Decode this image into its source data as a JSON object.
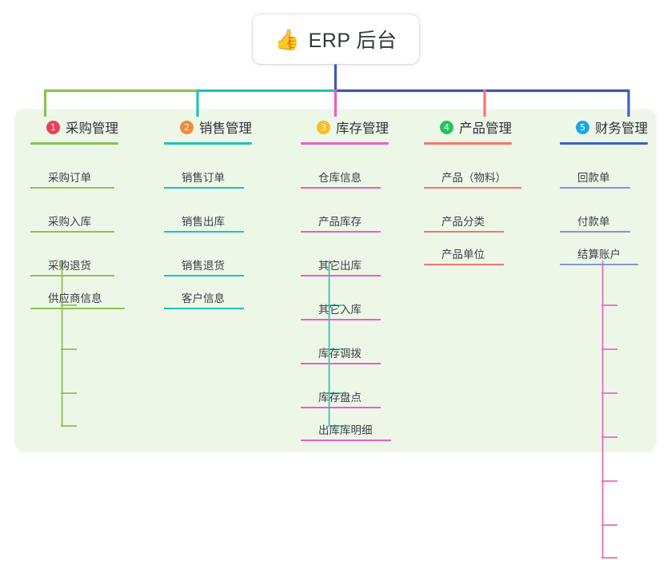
{
  "root": {
    "icon": "thumbs-up-emoji",
    "emoji": "👍",
    "title": "ERP 后台"
  },
  "theme": {
    "panel_bg": "#edf7e8",
    "page_bg": "#ffffff",
    "stem_color": "#4355b5",
    "text_color": "#3b3f46"
  },
  "columns": [
    {
      "index": "1",
      "label": "采购管理",
      "badge_color": "#ef3d5a",
      "rule_color": "#8cc152",
      "line_color": "#8cc152",
      "items": [
        "采购订单",
        "采购入库",
        "采购退货",
        "供应商信息"
      ]
    },
    {
      "index": "2",
      "label": "销售管理",
      "badge_color": "#f5883c",
      "rule_color": "#1ec4b0",
      "line_color": "#35c7b8",
      "items": [
        "销售订单",
        "销售出库",
        "销售退货",
        "客户信息"
      ]
    },
    {
      "index": "3",
      "label": "库存管理",
      "badge_color": "#fcbd1e",
      "rule_color": "#ea5fc0",
      "line_color": "#e86bbd",
      "items": [
        "仓库信息",
        "产品库存",
        "其它出库",
        "其它入库",
        "库存调拨",
        "库存盘点",
        "出库库明细"
      ]
    },
    {
      "index": "4",
      "label": "产品管理",
      "badge_color": "#25c55e",
      "rule_color": "#f9736b",
      "line_color": "#f98a80",
      "items": [
        "产品（物料）",
        "产品分类",
        "产品单位"
      ]
    },
    {
      "index": "5",
      "label": "财务管理",
      "badge_color": "#1ea7e8",
      "rule_color": "#3b5fc8",
      "line_color": "#7f96dd",
      "items": [
        "回款单",
        "付款单",
        "结算账户"
      ]
    }
  ]
}
